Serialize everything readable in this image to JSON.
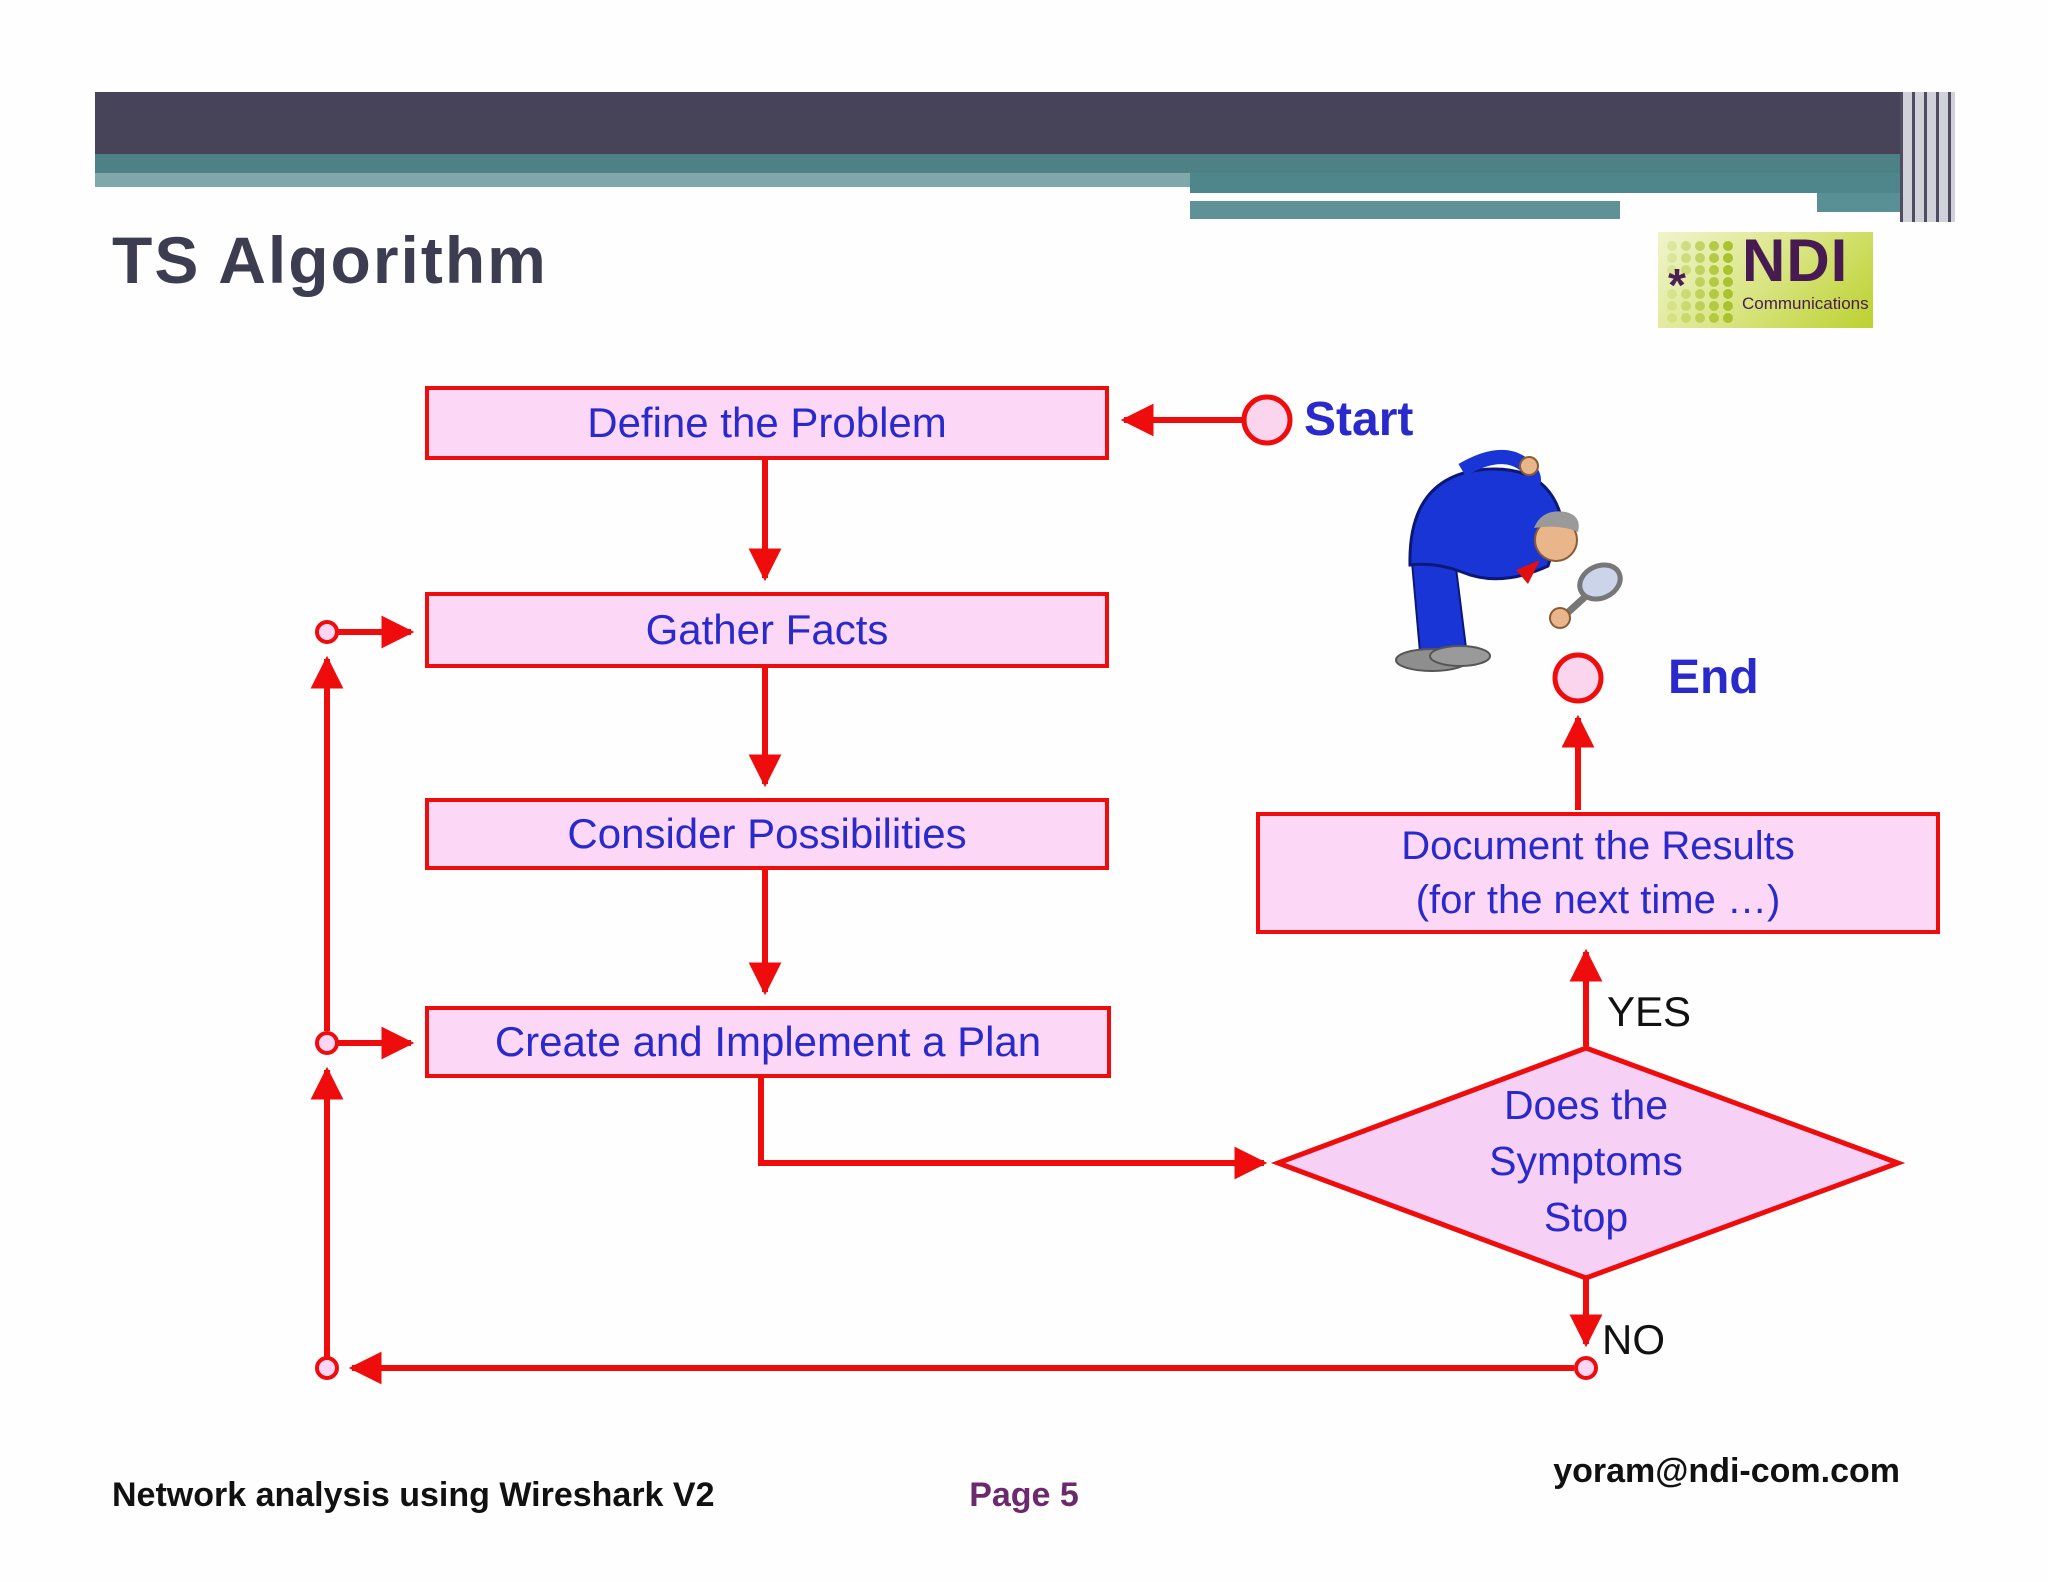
{
  "slide": {
    "title": "TS Algorithm",
    "colors": {
      "header_bar": "#474359",
      "teal_band": "#4d8186",
      "teal_light": "#7fa8ab",
      "flow_red": "#ee0c0c",
      "box_pink": "#fcd7f6",
      "text_blue": "#2929cc",
      "page_purple": "#6b2a6d"
    }
  },
  "logo": {
    "name": "NDI",
    "tagline": "Communications",
    "mark": "*"
  },
  "flowchart": {
    "boxes": {
      "define": "Define the Problem",
      "gather": "Gather Facts",
      "consider": "Consider Possibilities",
      "plan": "Create and Implement a Plan",
      "document_line1": "Document the Results",
      "document_line2": "(for the next time …)"
    },
    "decision": {
      "line1": "Does the",
      "line2": "Symptoms",
      "line3": "Stop"
    },
    "terminals": {
      "start": "Start",
      "end": "End"
    },
    "branches": {
      "yes": "YES",
      "no": "NO"
    }
  },
  "footer": {
    "left": "Network analysis using Wireshark V2",
    "center": "Page 5",
    "right": "yoram@ndi-com.com"
  }
}
